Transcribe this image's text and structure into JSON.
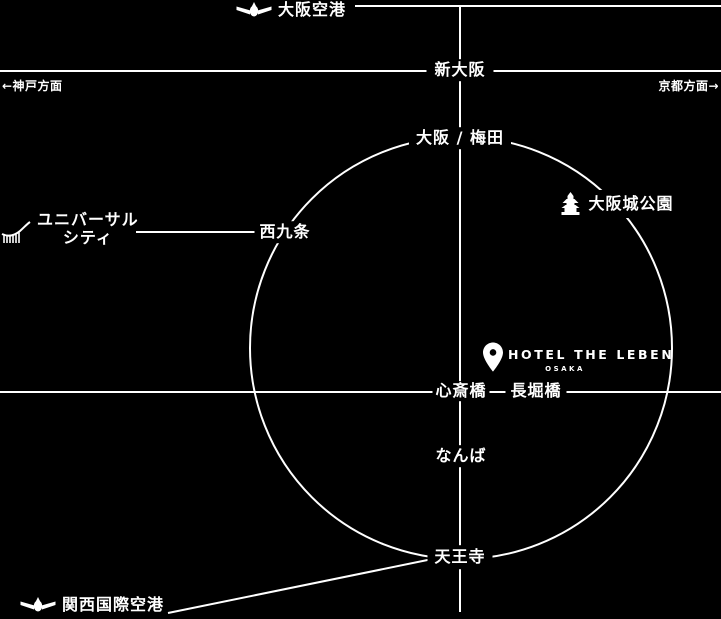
{
  "colors": {
    "background": "#000000",
    "foreground": "#ffffff"
  },
  "map": {
    "itami_airport": "大阪空港",
    "kansai_airport": "関西国際空港",
    "direction_kobe": "←神戸方面",
    "direction_kyoto": "京都方面→",
    "stations": {
      "shin_osaka": "新大阪",
      "osaka_umeda": "大阪 / 梅田",
      "nishikujo": "西九条",
      "shinsaibashi": "心斎橋",
      "nagahoribashi": "長堀橋",
      "namba": "なんば",
      "tennoji": "天王寺"
    },
    "landmarks": {
      "universal_city_line1": "ユニバーサル",
      "universal_city_line2": "シティ",
      "osaka_castle_park": "大阪城公園"
    },
    "hotel": {
      "name": "HOTEL THE LEBEN",
      "location": "OSAKA"
    }
  }
}
